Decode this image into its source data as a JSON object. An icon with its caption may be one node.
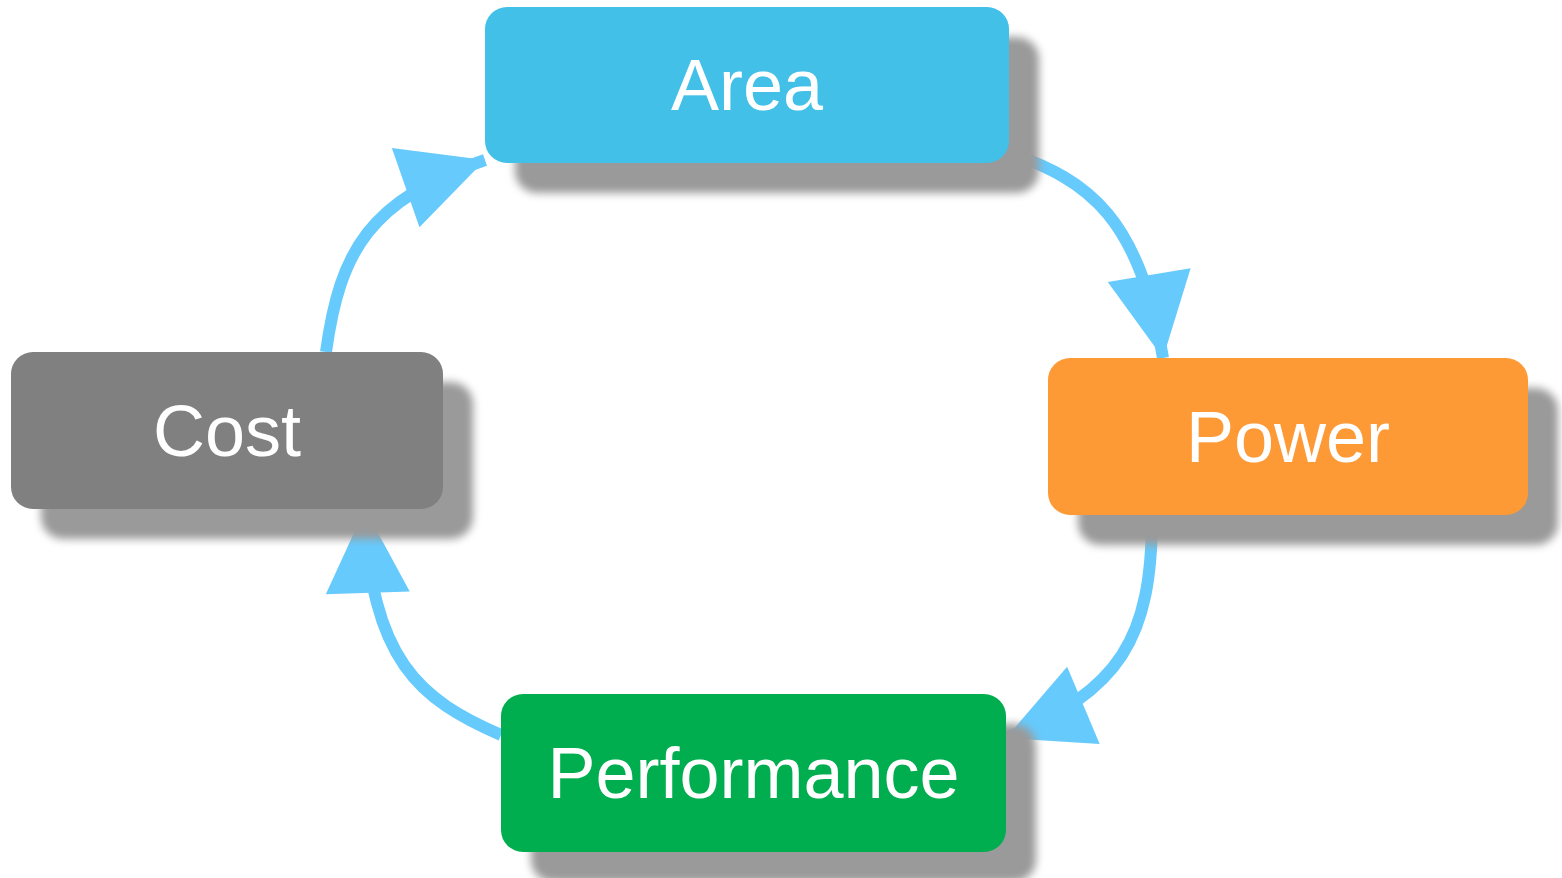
{
  "diagram": {
    "nodes": [
      {
        "text": [
          "Area"
        ]
      },
      {
        "text": [
          "Power"
        ]
      },
      {
        "text": [
          "Performance"
        ]
      },
      {
        "text": [
          "Cost"
        ]
      }
    ],
    "edges": [
      {
        "from": 0,
        "to": 1,
        "arrow": "to"
      },
      {
        "from": 1,
        "to": 2,
        "arrow": "to"
      },
      {
        "from": 2,
        "to": 3,
        "arrow": "to"
      },
      {
        "from": 3,
        "to": 0,
        "arrow": "to"
      }
    ]
  }
}
